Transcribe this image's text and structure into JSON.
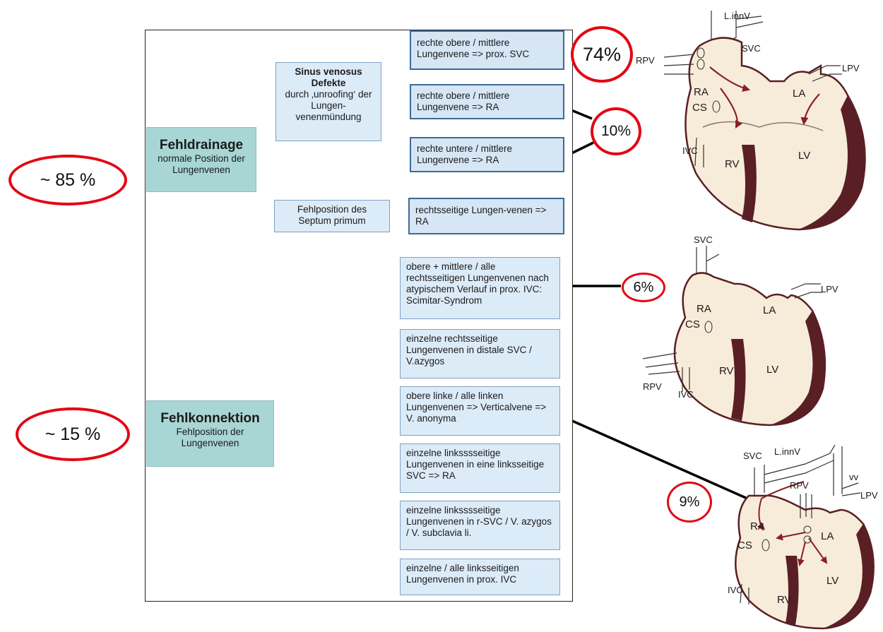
{
  "categories": {
    "fehldrainage": {
      "title": "Fehldrainage",
      "subtitle": "normale Position der Lungenvenen"
    },
    "fehlkonnektion": {
      "title": "Fehlkonnektion",
      "subtitle": "Fehlposition der Lungenvenen"
    }
  },
  "subgroups": {
    "sinus": {
      "title": "Sinus venosus Defekte",
      "text": "durch ‚unroofing‘ der Lungen-venenmündung"
    },
    "septum": {
      "text": "Fehlposition des Septum primum"
    }
  },
  "drainage_leaves": [
    "rechte obere / mittlere Lungenvene => prox. SVC",
    "rechte obere / mittlere Lungenvene => RA",
    "rechte untere / mittlere Lungenvene => RA",
    "rechtsseitige  Lungen-venen => RA"
  ],
  "connection_leaves": [
    "obere + mittlere / alle rechtsseitigen Lungenvenen nach atypischem Verlauf in prox. IVC: Scimitar-Syndrom",
    "einzelne rechtsseitige Lungenvenen in distale SVC / V.azygos",
    "obere linke / alle linken Lungenvenen => Verticalvene => V. anonyma",
    "einzelne linksssseitige Lungenvenen in eine linksseitige SVC => RA",
    "einzelne linksssseitige Lungenvenen in r-SVC / V. azygos / V. subclavia li.",
    "einzelne / alle linksseitigen Lungenvenen in prox. IVC"
  ],
  "percentages": {
    "fehldrainage": "~ 85 %",
    "fehlkonnektion": "~ 15 %",
    "svc": "74%",
    "ra": "10%",
    "scimitar": "6%",
    "vertical": "9%"
  },
  "heart_labels": {
    "h1": {
      "linnv": "L.innV",
      "svc": "SVC",
      "rpv": "RPV",
      "lpv": "LPV",
      "ra": "RA",
      "la": "LA",
      "cs": "CS",
      "ivc": "IVC",
      "rv": "RV",
      "lv": "LV"
    },
    "h2": {
      "svc": "SVC",
      "lpv": "LPV",
      "ra": "RA",
      "la": "LA",
      "cs": "CS",
      "rpv": "RPV",
      "ivc": "IVC",
      "rv": "RV",
      "lv": "LV"
    },
    "h3": {
      "svc": "SVC",
      "linnv": "L.innV",
      "vv": "vv",
      "lpv": "LPV",
      "rpv": "RPV",
      "ra": "RA",
      "la": "LA",
      "cs": "CS",
      "ivc": "IVC",
      "rv": "RV",
      "lv": "LV"
    }
  },
  "colors": {
    "highlight_red": "#e30613",
    "category_fill": "#a8d6d5",
    "box_fill": "#dcebf8",
    "heart_wall": "#5a1f24",
    "heart_fill": "#f7ecd9"
  }
}
